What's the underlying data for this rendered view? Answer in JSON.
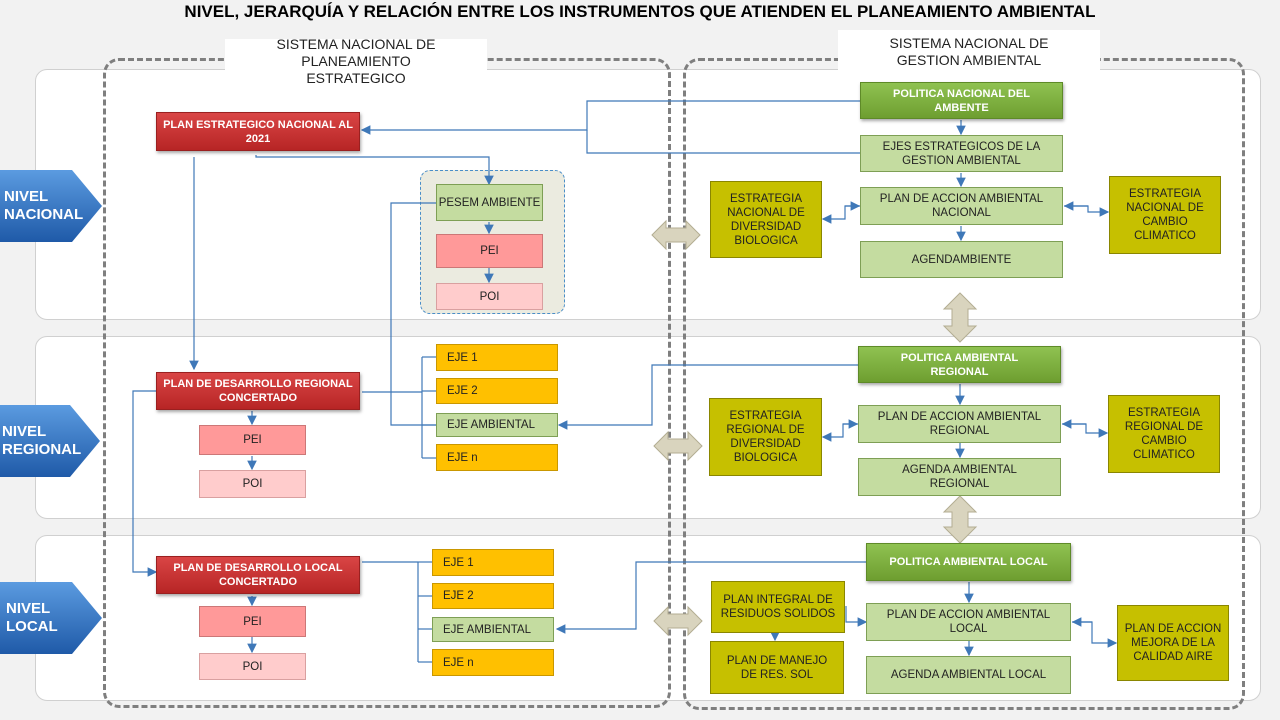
{
  "title": "NIVEL, JERARQUÍA Y RELACIÓN ENTRE LOS INSTRUMENTOS QUE ATIENDEN EL PLANEAMIENTO AMBIENTAL",
  "systems": {
    "left": "SISTEMA NACIONAL DE PLANEAMIENTO ESTRATEGICO",
    "right": "SISTEMA NACIONAL DE GESTION AMBIENTAL"
  },
  "levels": {
    "nacional": "NIVEL NACIONAL",
    "regional": "NIVEL REGIONAL",
    "local": "NIVEL LOCAL"
  },
  "left": {
    "plan_estrategico": "PLAN ESTRATEGICO NACIONAL AL 2021",
    "pesem": "PESEM AMBIENTE",
    "pesem_pei": "PEI",
    "pesem_poi": "POI",
    "pdrc": "PLAN DE DESARROLLO REGIONAL CONCERTADO",
    "pdrc_pei": "PEI",
    "pdrc_poi": "POI",
    "regional_ejes": [
      "EJE 1",
      "EJE 2",
      "EJE AMBIENTAL",
      "EJE n"
    ],
    "pdlc": "PLAN DE DESARROLLO LOCAL CONCERTADO",
    "pdlc_pei": "PEI",
    "pdlc_poi": "POI",
    "local_ejes": [
      "EJE 1",
      "EJE 2",
      "EJE AMBIENTAL",
      "EJE n"
    ]
  },
  "right": {
    "politica_nacional": "POLITICA NACIONAL DEL AMBENTE",
    "ejes_estrategicos": "EJES ESTRATEGICOS DE LA GESTION AMBIENTAL",
    "plan_accion_nacional": "PLAN DE ACCION AMBIENTAL NACIONAL",
    "agendambiente": "AGENDAMBIENTE",
    "estrategia_div_nacional": "ESTRATEGIA NACIONAL DE DIVERSIDAD BIOLOGICA",
    "estrategia_cc_nacional": "ESTRATEGIA NACIONAL DE CAMBIO CLIMATICO",
    "politica_regional": "POLITICA AMBIENTAL REGIONAL",
    "plan_accion_regional": "PLAN DE ACCION AMBIENTAL REGIONAL",
    "agenda_regional": "AGENDA AMBIENTAL REGIONAL",
    "estrategia_div_regional": "ESTRATEGIA REGIONAL DE DIVERSIDAD BIOLOGICA",
    "estrategia_cc_regional": "ESTRATEGIA REGIONAL DE CAMBIO CLIMATICO",
    "politica_local": "POLITICA AMBIENTAL LOCAL",
    "plan_accion_local": "PLAN DE ACCION AMBIENTAL LOCAL",
    "agenda_local": "AGENDA AMBIENTAL LOCAL",
    "plan_residuos": "PLAN INTEGRAL DE RESIDUOS SOLIDOS",
    "plan_manejo": "PLAN DE MANEJO DE RES. SOL",
    "plan_aire": "PLAN DE ACCION MEJORA DE LA CALIDAD AIRE"
  }
}
